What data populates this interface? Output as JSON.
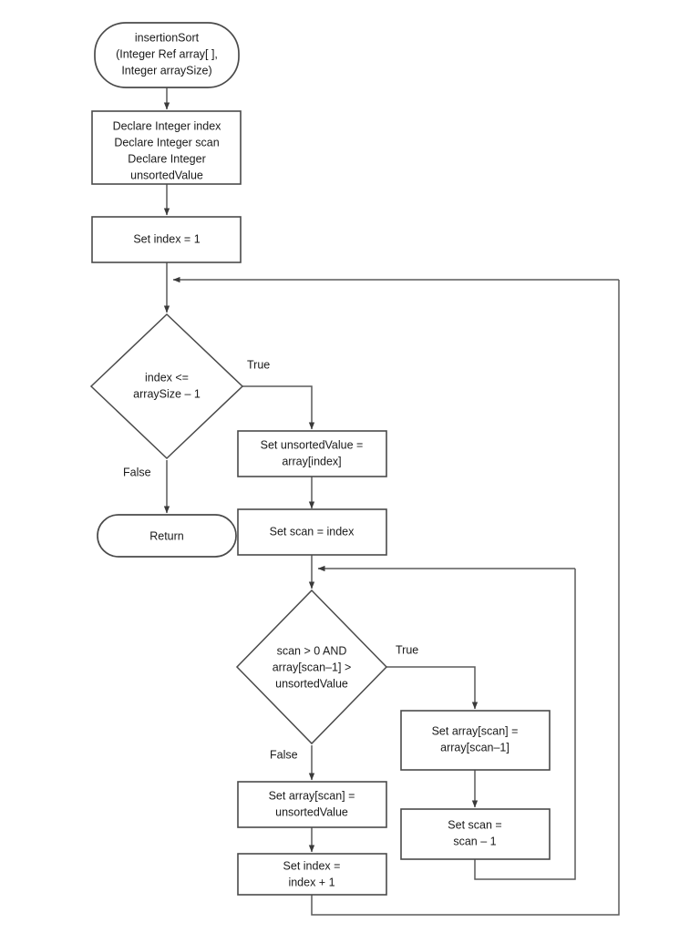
{
  "diagram": {
    "title": "insertionSort flowchart",
    "style": {
      "background": "#ffffff",
      "node_fill": "#ffffff",
      "node_stroke": "#4a4a4a",
      "line_stroke": "#5a5a5a",
      "text_color": "#1a1a1a"
    },
    "nodes": {
      "start": {
        "type": "terminator",
        "lines": [
          "insertionSort",
          "(Integer Ref array[ ],",
          "Integer arraySize)"
        ]
      },
      "declare": {
        "type": "process",
        "lines": [
          "Declare Integer index",
          "Declare Integer scan",
          "Declare Integer",
          "unsortedValue"
        ]
      },
      "set_index_1": {
        "type": "process",
        "lines": [
          "Set index = 1"
        ]
      },
      "outer_condition": {
        "type": "decision",
        "lines": [
          "index <=",
          "arraySize – 1"
        ]
      },
      "return": {
        "type": "terminator",
        "lines": [
          "Return"
        ]
      },
      "set_unsorted_value": {
        "type": "process",
        "lines": [
          "Set unsortedValue =",
          "array[index]"
        ]
      },
      "set_scan_index": {
        "type": "process",
        "lines": [
          "Set scan = index"
        ]
      },
      "inner_condition": {
        "type": "decision",
        "lines": [
          "scan > 0 AND",
          "array[scan–1] >",
          "unsortedValue"
        ]
      },
      "shift_element": {
        "type": "process",
        "lines": [
          "Set array[scan] =",
          "array[scan–1]"
        ]
      },
      "decrement_scan": {
        "type": "process",
        "lines": [
          "Set scan =",
          "scan – 1"
        ]
      },
      "place_unsorted_value": {
        "type": "process",
        "lines": [
          "Set array[scan] =",
          "unsortedValue"
        ]
      },
      "increment_index": {
        "type": "process",
        "lines": [
          "Set index =",
          "index + 1"
        ]
      }
    },
    "branch_labels": {
      "outer_true": "True",
      "outer_false": "False",
      "inner_true": "True",
      "inner_false": "False"
    }
  }
}
